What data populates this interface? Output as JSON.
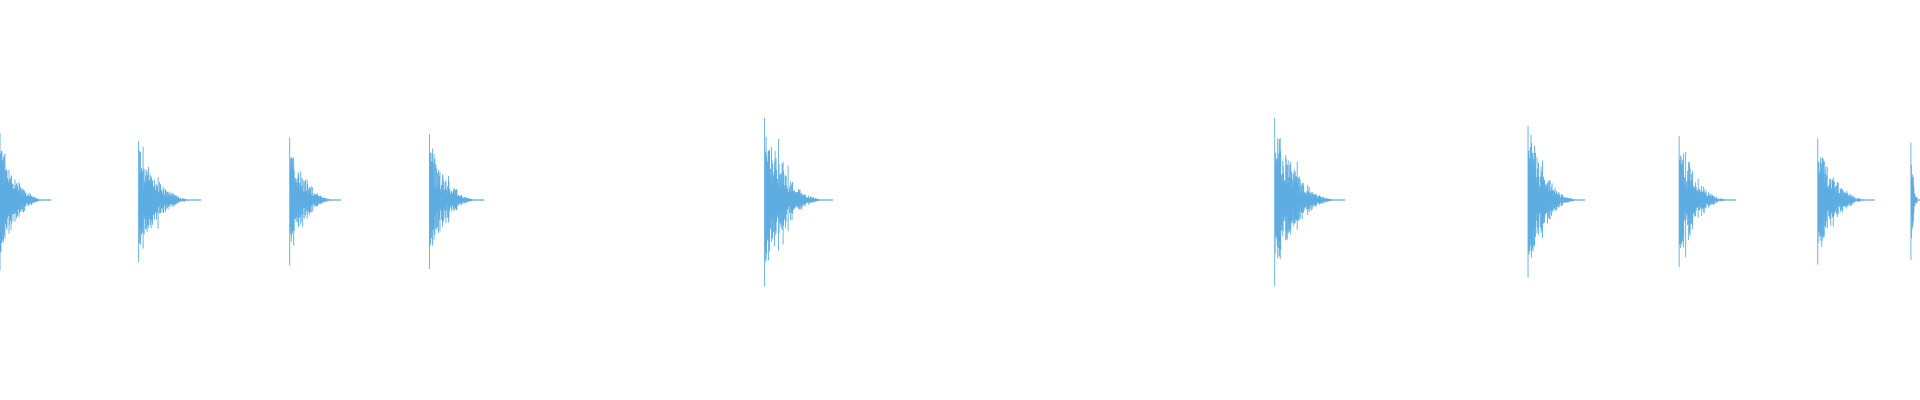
{
  "waveform": {
    "color": "#5dade2",
    "background": "#ffffff",
    "duration_s": 16.9,
    "transients": [
      {
        "time_s": 0.0,
        "peak": 0.82,
        "decay_s": 0.45
      },
      {
        "time_s": 1.22,
        "peak": 0.72,
        "decay_s": 0.55
      },
      {
        "time_s": 2.55,
        "peak": 0.76,
        "decay_s": 0.45
      },
      {
        "time_s": 3.78,
        "peak": 0.8,
        "decay_s": 0.48
      },
      {
        "time_s": 6.73,
        "peak": 1.0,
        "decay_s": 0.6
      },
      {
        "time_s": 11.22,
        "peak": 1.0,
        "decay_s": 0.62
      },
      {
        "time_s": 13.45,
        "peak": 0.9,
        "decay_s": 0.5
      },
      {
        "time_s": 14.78,
        "peak": 0.78,
        "decay_s": 0.5
      },
      {
        "time_s": 16.0,
        "peak": 0.75,
        "decay_s": 0.5
      },
      {
        "time_s": 16.82,
        "peak": 0.7,
        "decay_s": 0.08
      }
    ]
  }
}
